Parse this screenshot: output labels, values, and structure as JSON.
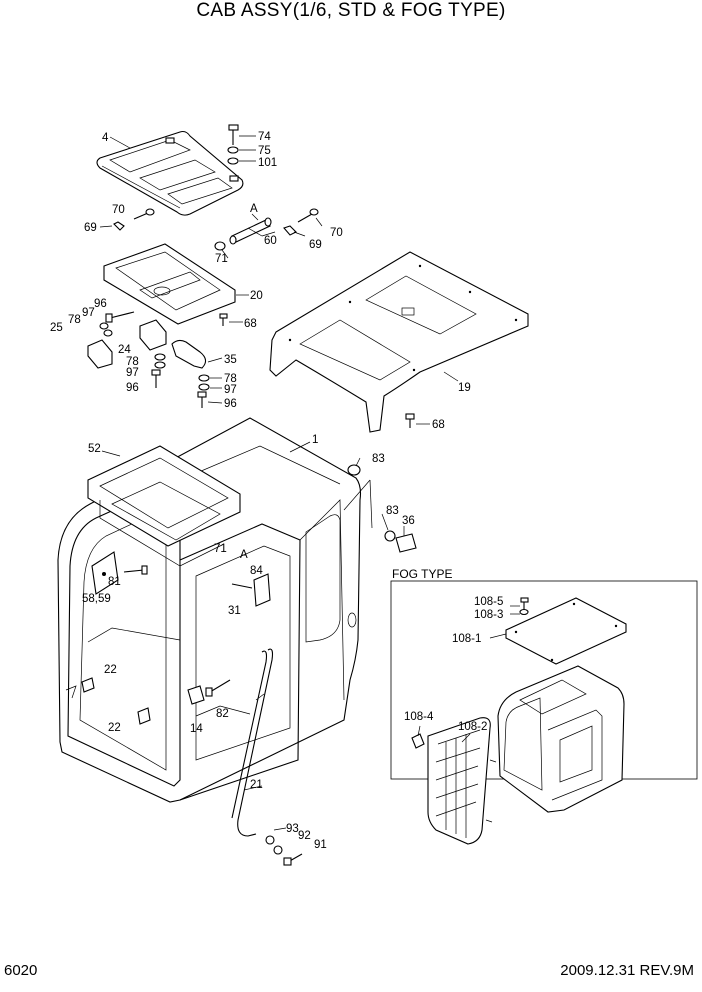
{
  "header": {
    "title": "CAB ASSY(1/6, STD & FOG TYPE)"
  },
  "footer": {
    "page": "6020",
    "date_rev": "2009.12.31  REV.9M"
  },
  "inset": {
    "title": "FOG TYPE"
  },
  "parts": {
    "p1": "1",
    "p4": "4",
    "p14": "14",
    "p19": "19",
    "p20": "20",
    "p21": "21",
    "p22a": "22",
    "p22b": "22",
    "p24": "24",
    "p25": "25",
    "p31": "31",
    "p35": "35",
    "p36": "36",
    "p52": "52",
    "p58": "58,59",
    "p60": "60",
    "p68a": "68",
    "p68b": "68",
    "p69a": "69",
    "p69b": "69",
    "p70a": "70",
    "p70b": "70",
    "p71a": "71",
    "p71b": "71",
    "p74": "74",
    "p75": "75",
    "p78a": "78",
    "p78b": "78",
    "p78c": "78",
    "p81": "81",
    "p82": "82",
    "p83a": "83",
    "p83b": "83",
    "p84": "84",
    "p91": "91",
    "p92": "92",
    "p93": "93",
    "p96a": "96",
    "p96b": "96",
    "p96c": "96",
    "p97a": "97",
    "p97b": "97",
    "p97c": "97",
    "p101": "101",
    "p108_1": "108-1",
    "p108_2": "108-2",
    "p108_3": "108-3",
    "p108_4": "108-4",
    "p108_5": "108-5",
    "refA1": "A",
    "refA2": "A"
  }
}
